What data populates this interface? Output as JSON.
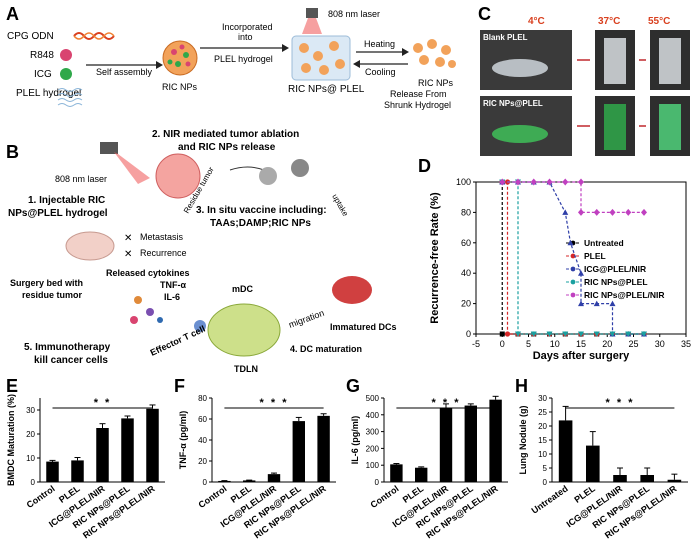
{
  "panel_labels": [
    "A",
    "B",
    "C",
    "D",
    "E",
    "F",
    "G",
    "H"
  ],
  "panelA": {
    "inputs": [
      "CPG ODN",
      "R848",
      "ICG",
      "PLEL hydrogel"
    ],
    "self_assembly": "Self assembly",
    "ric_nps": "RIC NPs",
    "incorporated": "Incorporated into PLEL hydrogel",
    "ric_nps_plel": "RIC NPs@ PLEL",
    "laser": "808 nm laser",
    "heating": "Heating",
    "cooling": "Cooling",
    "release": "RIC NPs Release From Shrunk Hydrogel"
  },
  "panelB": {
    "step1": "1. Injectable RIC NPs@PLEL hydrogel",
    "laser": "808 nm laser",
    "step2": "2. NIR mediated tumor ablation and RIC NPs release",
    "residue": "Residue tumor",
    "uptake": "uptake",
    "step3": "3. In situ vaccine including: TAAs;DAMP;RIC NPs",
    "metastasis": "Metastasis",
    "recurrence": "Recurrence",
    "surgery_bed": "Surgery bed with residue tumor",
    "released": "Released cytokines",
    "tnf": "TNF-α",
    "il6": "IL-6",
    "mdc": "mDC",
    "migration": "migration",
    "immatured": "Immatured DCs",
    "effector": "Effector T cell",
    "step5": "5. Immunotherapy kill cancer cells",
    "tdln": "TDLN",
    "step4": "4. DC maturation"
  },
  "panelC": {
    "temps": [
      "4°C",
      "37°C",
      "55°C"
    ],
    "row1": "Blank PLEL",
    "row2": "RIC NPs@PLEL"
  },
  "chart_data": [
    {
      "id": "D",
      "type": "line",
      "xlabel": "Days after surgery",
      "ylabel": "Recurrence-free Rate (%)",
      "xlim": [
        -5,
        35
      ],
      "ylim": [
        0,
        100
      ],
      "xticks": [
        -5,
        0,
        5,
        10,
        15,
        20,
        25,
        30,
        35
      ],
      "yticks": [
        0,
        20,
        40,
        60,
        80,
        100
      ],
      "legend_position": "center-right",
      "series": [
        {
          "name": "Untreated",
          "color": "#000000",
          "marker": "square",
          "x": [
            0,
            0,
            3,
            6,
            9,
            12,
            15,
            18,
            21,
            24,
            27
          ],
          "y": [
            100,
            0,
            0,
            0,
            0,
            0,
            0,
            0,
            0,
            0,
            0
          ]
        },
        {
          "name": "PLEL",
          "color": "#d62728",
          "marker": "circle",
          "x": [
            0,
            1,
            1,
            3,
            6,
            9,
            12,
            15,
            18,
            21,
            24,
            27
          ],
          "y": [
            100,
            100,
            0,
            0,
            0,
            0,
            0,
            0,
            0,
            0,
            0,
            0
          ]
        },
        {
          "name": "ICG@PLEL/NIR",
          "color": "#2f3fa8",
          "marker": "triangle",
          "x": [
            0,
            3,
            6,
            9,
            12,
            13,
            15,
            15,
            18,
            21,
            21,
            24,
            27
          ],
          "y": [
            100,
            100,
            100,
            100,
            80,
            60,
            40,
            20,
            20,
            20,
            0,
            0,
            0
          ]
        },
        {
          "name": "RIC NPs@PLEL",
          "color": "#1aa0a0",
          "marker": "triangle-down",
          "x": [
            0,
            3,
            3,
            6,
            9,
            12,
            15,
            18,
            21,
            24,
            27
          ],
          "y": [
            100,
            100,
            0,
            0,
            0,
            0,
            0,
            0,
            0,
            0,
            0
          ]
        },
        {
          "name": "RIC NPs@PLEL/NIR",
          "color": "#c040c0",
          "marker": "diamond",
          "x": [
            0,
            3,
            6,
            9,
            12,
            15,
            15,
            18,
            21,
            24,
            27
          ],
          "y": [
            100,
            100,
            100,
            100,
            100,
            100,
            80,
            80,
            80,
            80,
            80
          ]
        }
      ]
    },
    {
      "id": "E",
      "type": "bar",
      "ylabel": "BMDC Maturation (%)",
      "categories": [
        "Control",
        "PLEL",
        "ICG@PLEL/NIR",
        "RIC NPs@PLEL",
        "RIC NPs@PLEL/NIR"
      ],
      "values": [
        8.5,
        9,
        22.5,
        26.5,
        30.5
      ],
      "errors": [
        0.5,
        1.2,
        1.8,
        1.0,
        1.6
      ],
      "ylim": [
        0,
        35
      ],
      "yticks": [
        0,
        10,
        20,
        30
      ],
      "significance": "**"
    },
    {
      "id": "F",
      "type": "bar",
      "ylabel": "TNF-α (pg/ml)",
      "categories": [
        "Control",
        "PLEL",
        "ICG@PLEL/NIR",
        "RIC NPs@PLEL",
        "RIC NPs@PLEL/NIR"
      ],
      "values": [
        1,
        1.5,
        7.5,
        58,
        63
      ],
      "errors": [
        0.3,
        0.3,
        1,
        3.5,
        2
      ],
      "ylim": [
        0,
        80
      ],
      "yticks": [
        0,
        20,
        40,
        60,
        80
      ],
      "significance": "***"
    },
    {
      "id": "G",
      "type": "bar",
      "ylabel": "IL-6 (pg/ml)",
      "categories": [
        "Control",
        "PLEL",
        "ICG@PLEL/NIR",
        "RIC NPs@PLEL",
        "RIC NPs@PLEL/NIR"
      ],
      "values": [
        105,
        85,
        440,
        455,
        490
      ],
      "errors": [
        5,
        5,
        25,
        10,
        20
      ],
      "ylim": [
        0,
        500
      ],
      "yticks": [
        0,
        100,
        200,
        300,
        400,
        500
      ],
      "significance": "***"
    },
    {
      "id": "H",
      "type": "bar",
      "ylabel": "Lung Nodule (g)",
      "categories": [
        "Untreated",
        "PLEL",
        "ICG@PLEL/NIR",
        "RIC NPs@PLEL",
        "RIC NPs@PLEL/NIR"
      ],
      "values": [
        22,
        13,
        2.5,
        2.5,
        0.8
      ],
      "errors": [
        5,
        5,
        2.5,
        2.5,
        2
      ],
      "ylim": [
        0,
        30
      ],
      "yticks": [
        0,
        5,
        10,
        15,
        20,
        25,
        30
      ],
      "significance": "***"
    }
  ]
}
